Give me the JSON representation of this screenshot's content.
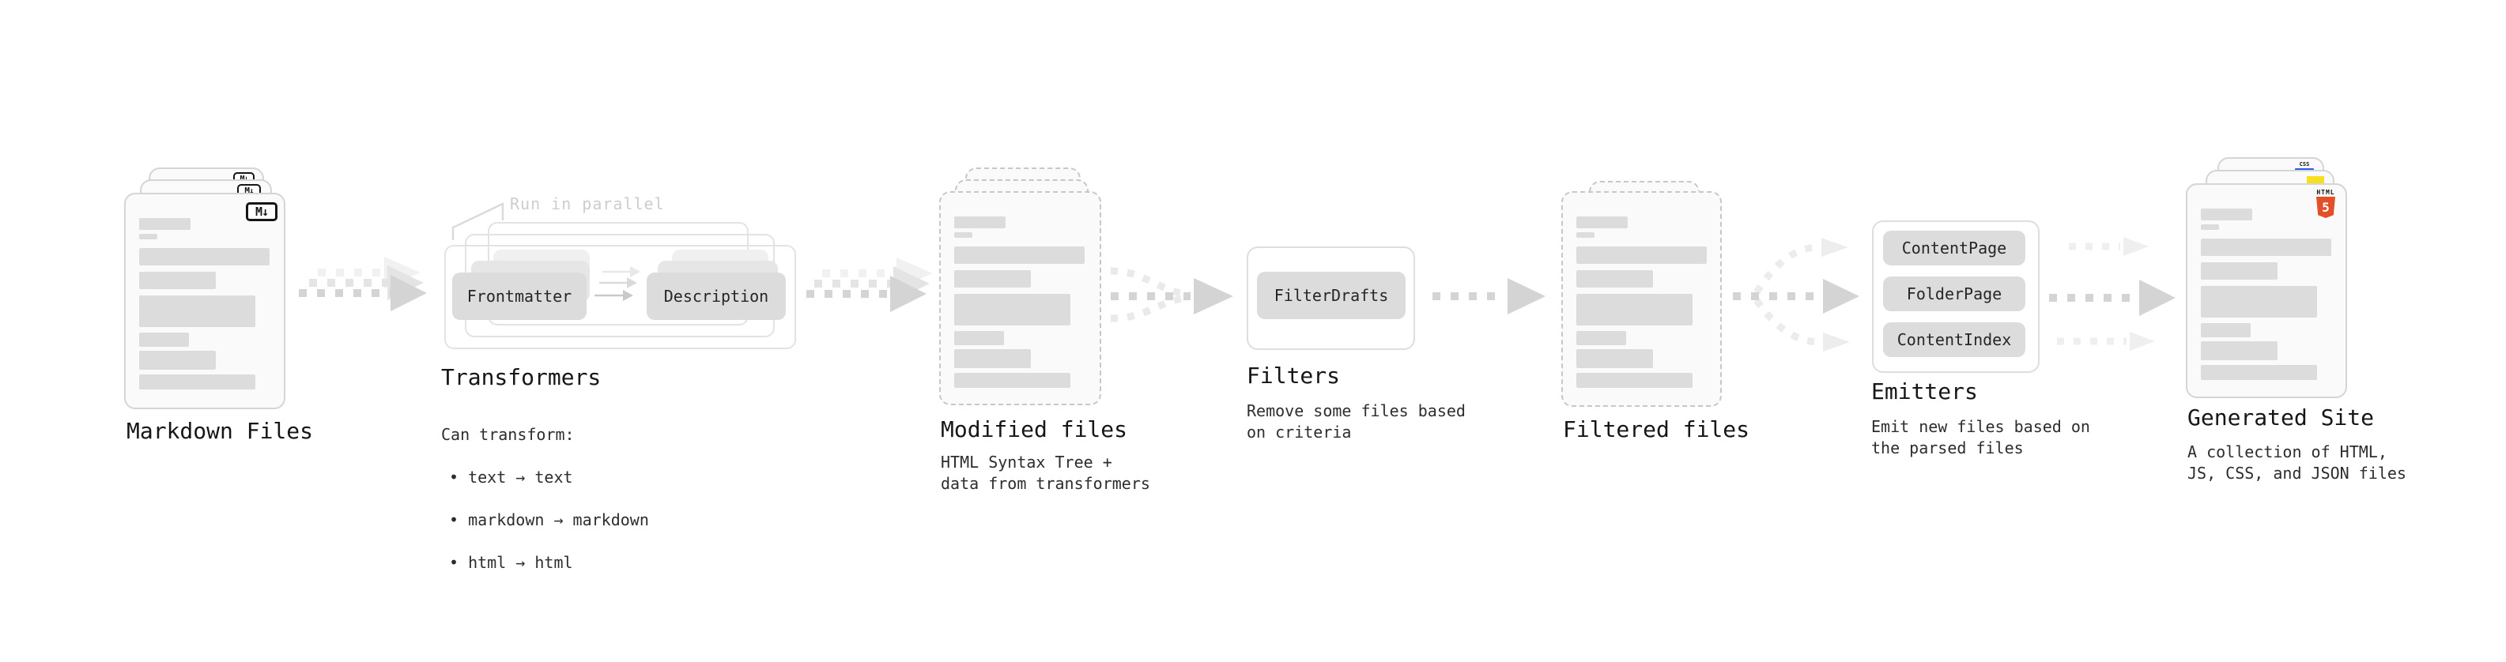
{
  "diagram": {
    "stages": {
      "markdown_files": {
        "label": "Markdown Files",
        "icon": "M↓"
      },
      "transformers": {
        "label": "Transformers",
        "annotation": "Run in parallel",
        "pills": [
          "Frontmatter",
          "Description"
        ],
        "description_title": "Can transform:",
        "bullets": [
          "• text → text",
          "• markdown → markdown",
          "• html → html"
        ]
      },
      "modified_files": {
        "label": "Modified files",
        "description": "HTML Syntax Tree +\ndata from transformers"
      },
      "filters": {
        "label": "Filters",
        "pill": "FilterDrafts",
        "description": "Remove some files based\non criteria"
      },
      "filtered_files": {
        "label": "Filtered files"
      },
      "emitters": {
        "label": "Emitters",
        "pills": [
          "ContentPage",
          "FolderPage",
          "ContentIndex"
        ],
        "description": "Emit new files based on\nthe parsed files"
      },
      "generated_site": {
        "label": "Generated Site",
        "description": "A collection of HTML,\nJS, CSS, and JSON files",
        "icons": {
          "html": "HTML",
          "html_number": "5",
          "css": "CSS"
        }
      }
    },
    "colors": {
      "html5_orange": "#e34f26",
      "js_yellow": "#f7df1e",
      "css_blue": "#2760e8",
      "arrow_dark": "#d4d4d4",
      "arrow_medium": "#e4e4e4",
      "arrow_light": "#f1f1f1"
    }
  }
}
